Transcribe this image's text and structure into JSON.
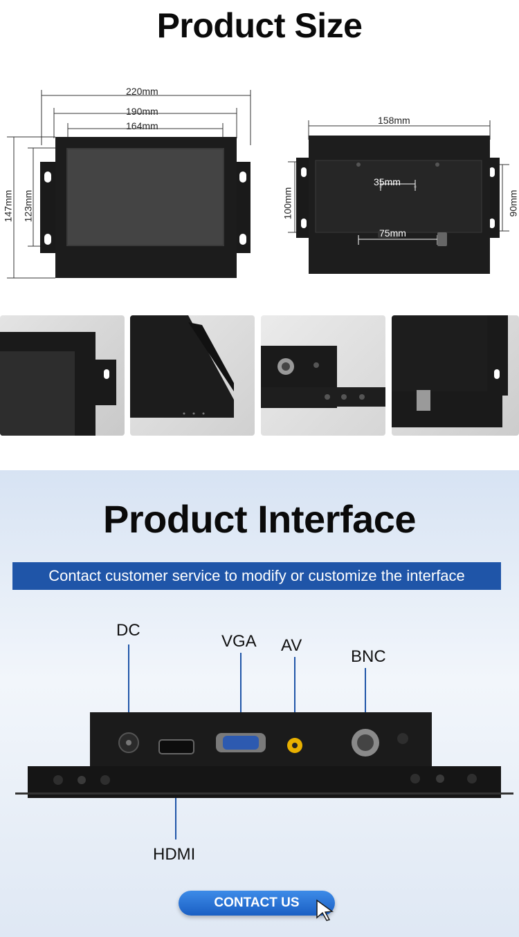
{
  "size_section": {
    "title": "Product Size",
    "front": {
      "width_outer": "220mm",
      "width_inner": "190mm",
      "width_screen": "164mm",
      "height_outer": "147mm",
      "height_inner": "123mm"
    },
    "back": {
      "width": "158mm",
      "height": "100mm",
      "height_right": "90mm",
      "hole_spacing_top": "35mm",
      "hole_spacing_bottom": "75mm"
    }
  },
  "interface_section": {
    "title": "Product Interface",
    "banner": "Contact customer service to modify or customize the interface",
    "ports": {
      "dc": "DC",
      "vga": "VGA",
      "av": "AV",
      "bnc": "BNC",
      "hdmi": "HDMI"
    },
    "contact_button": "CONTACT US"
  },
  "colors": {
    "banner": "#1f55a8",
    "button": "#2a76d8",
    "av_port": "#e8b000"
  }
}
